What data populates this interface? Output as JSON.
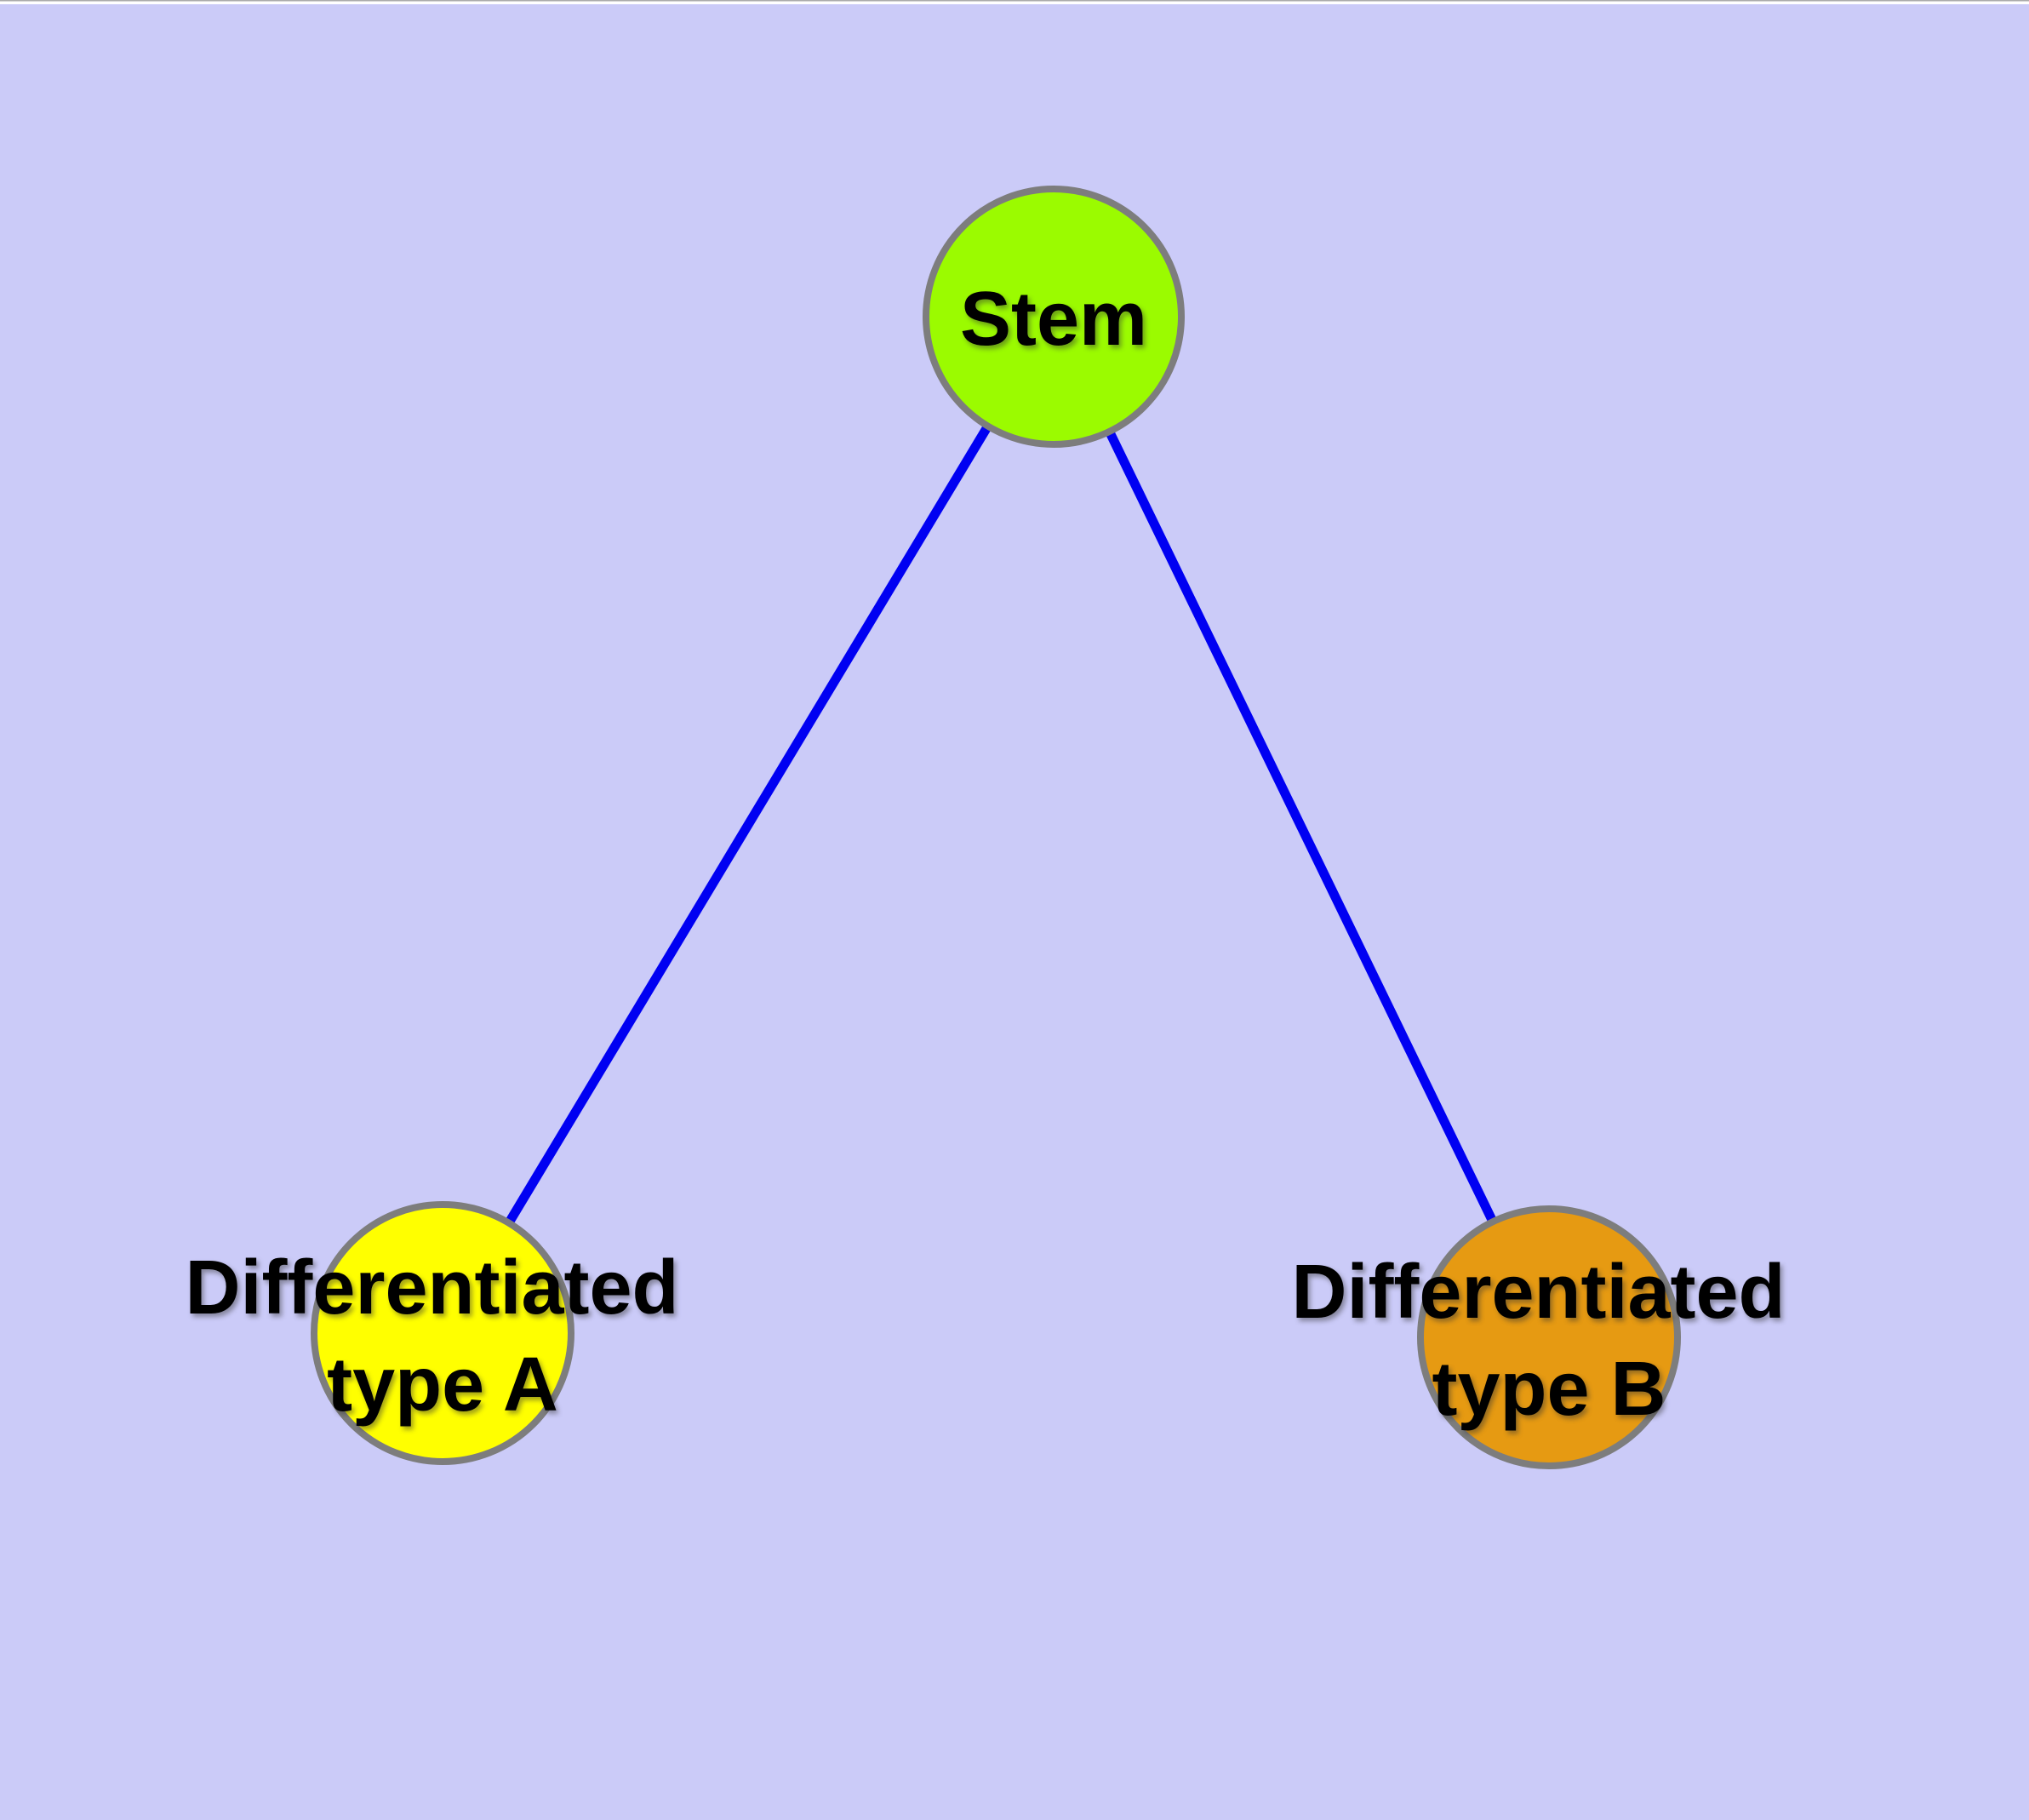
{
  "diagram": {
    "type": "node-link-graph",
    "colors": {
      "background": "#CBCBF8",
      "top_strip": "#FFFFFF",
      "top_hairline": "#AAAAAA",
      "edge": "#0000F2",
      "node_border": "#7D7D7D",
      "label": "#000000"
    },
    "nodes": [
      {
        "id": "stem",
        "label_lines": [
          "Stem"
        ],
        "fill": "#9BFB00"
      },
      {
        "id": "differentiated-type-a",
        "label_lines": [
          "Differentiated",
          "type A"
        ],
        "fill": "#FFFF00"
      },
      {
        "id": "differentiated-type-b",
        "label_lines": [
          "Differentiated",
          "type B"
        ],
        "fill": "#E69A12"
      }
    ],
    "edges": [
      {
        "from": "Stem",
        "to": "Differentiated type A"
      },
      {
        "from": "Stem",
        "to": "Differentiated type B"
      }
    ]
  }
}
